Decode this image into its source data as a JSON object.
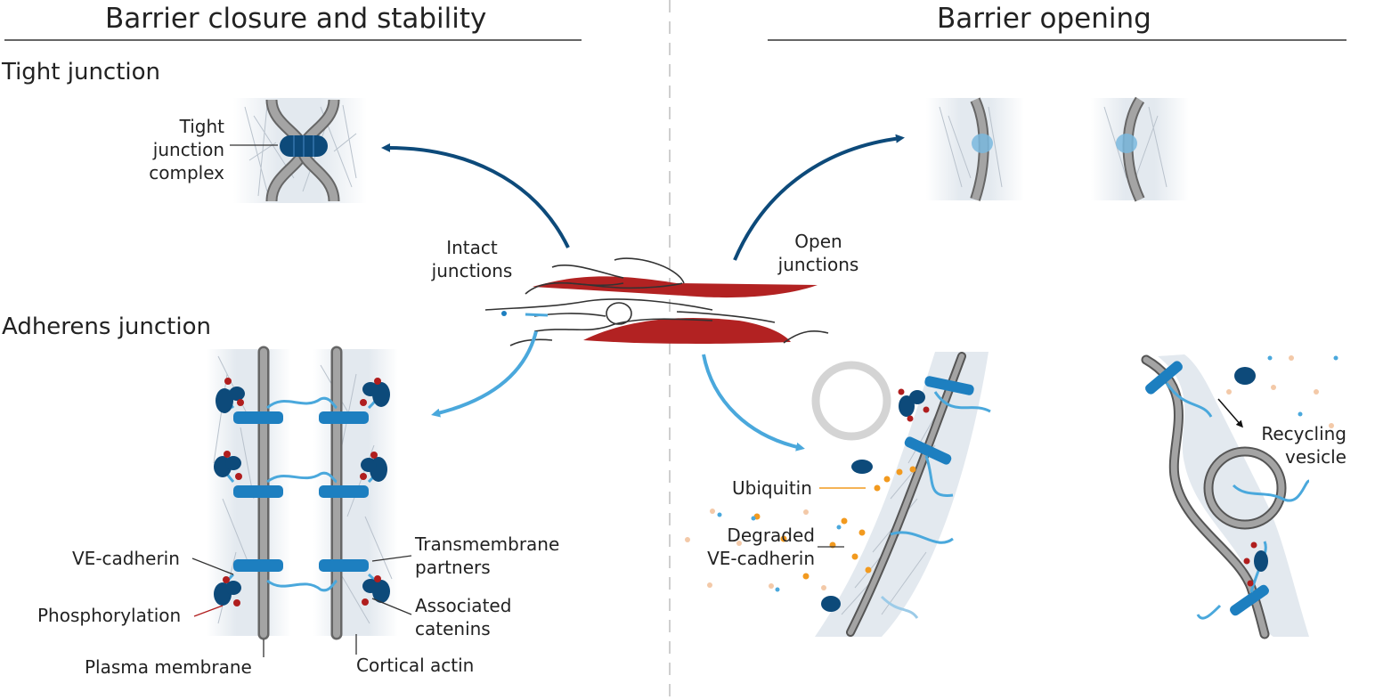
{
  "headings": {
    "left": "Barrier closure and stability",
    "right": "Barrier opening"
  },
  "sections": {
    "tight": "Tight junction",
    "adherens": "Adherens  junction"
  },
  "labels": {
    "tj_complex": [
      "Tight",
      "junction",
      "complex"
    ],
    "intact": [
      "Intact",
      "junctions"
    ],
    "open": [
      "Open",
      "junctions"
    ],
    "ve_cadherin": "VE-cadherin",
    "phosphorylation": "Phosphorylation",
    "plasma_membrane": "Plasma membrane",
    "transmembrane": [
      "Transmembrane",
      "partners"
    ],
    "catenins": [
      "Associated",
      "catenins"
    ],
    "cortical_actin": "Cortical actin",
    "ubiquitin": "Ubiquitin",
    "degraded": [
      "Degraded",
      "VE-cadherin"
    ],
    "recycling": [
      "Recycling",
      "vesicle"
    ]
  },
  "colors": {
    "dark_blue": "#0d4a7a",
    "mid_blue": "#1d7fc0",
    "light_blue": "#4aa8dc",
    "membrane_gray": "#9a9a9a",
    "vessel_red": "#b22222",
    "phospho_red": "#b01e1e",
    "ubiquitin_orange": "#f29a1f"
  }
}
